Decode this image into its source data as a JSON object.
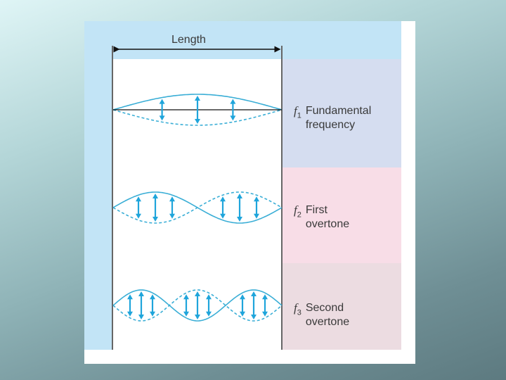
{
  "diagram": {
    "length_label": "Length",
    "modes": [
      {
        "symbol": "f",
        "subscript": "1",
        "line1": "Fundamental",
        "line2": "frequency",
        "loops": 1,
        "panel_color": "#d5ddf0"
      },
      {
        "symbol": "f",
        "subscript": "2",
        "line1": "First",
        "line2": "overtone",
        "loops": 2,
        "panel_color": "#f8dde7"
      },
      {
        "symbol": "f",
        "subscript": "3",
        "line1": "Second",
        "line2": "overtone",
        "loops": 3,
        "panel_color": "#ecdce1"
      }
    ],
    "colors": {
      "top_band": "#c2e4f6",
      "left_band": "#c2e4f6",
      "wave": "#3aaed6",
      "arrow": "#1fa5db",
      "wall": "#666666"
    }
  }
}
